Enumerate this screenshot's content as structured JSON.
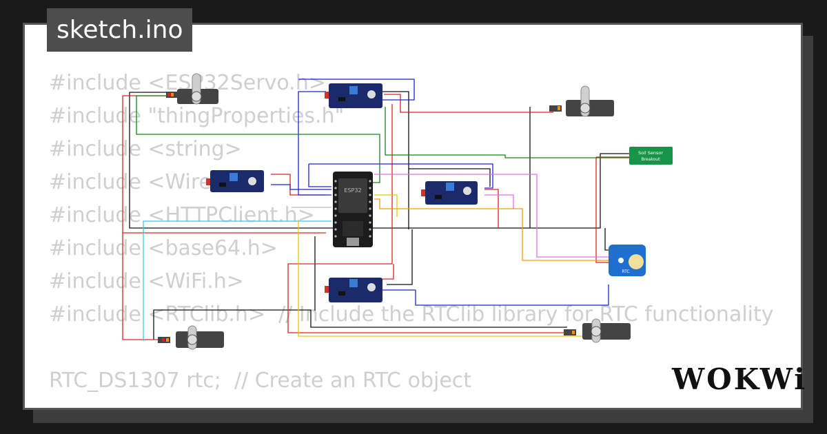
{
  "title": "sketch.ino",
  "brand": "WOKWi",
  "code_lines": [
    "#include <ESP32Servo.h>",
    "#include \"thingProperties.h\"",
    "#include <string>",
    "#include <Wire.h>",
    "#include <HTTPClient.h>",
    "#include <base64.h>",
    "#include <WiFi.h>",
    "#include <RTClib.h>  // Include the RTClib library for RTC functionality",
    "RTC_DS1307 rtc;  // Create an RTC object"
  ],
  "components": {
    "mcu_label": "ESP32",
    "soil_sensor_line1": "Soil Sensor",
    "soil_sensor_line2": "Breakout",
    "rtc_label": "RTC"
  },
  "colors": {
    "card_bg": "#ffffff",
    "page_bg": "#1a1a1a",
    "tab_bg": "#4d4d4d",
    "code_text": "#cfcfcf",
    "sensor_board": "#1b2a6b",
    "esp_board": "#1c1c1c",
    "soil_board": "#169447",
    "rtc_board": "#1f6fd1",
    "servo_body": "#444444"
  }
}
